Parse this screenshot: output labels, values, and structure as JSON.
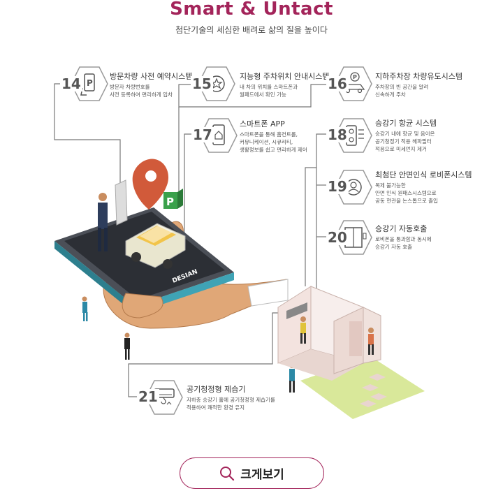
{
  "header": {
    "title": "Smart & Untact",
    "subtitle": "첨단기술의 세심한 배려로 삶의 질을 높이다"
  },
  "features": [
    {
      "num": "14",
      "title": "방문차량 사전 예약시스템",
      "desc": [
        "방문자 차량번호를",
        "사전 등록하여 편리하게 입차"
      ],
      "icon": "parking-phone-icon"
    },
    {
      "num": "15",
      "title": "지능형 주차위치 안내시스템",
      "desc": [
        "내 차의 위치를 스마트폰과",
        "월패드에서 확인 가능"
      ],
      "icon": "star-badge-icon"
    },
    {
      "num": "16",
      "title": "지하주차장 차량유도시스템",
      "desc": [
        "주차장의 빈 공간을 알려",
        "신속하게 주차"
      ],
      "icon": "car-parking-icon"
    },
    {
      "num": "17",
      "title": "스마트폰 APP",
      "desc": [
        "스마트폰을 통해 홈컨트롤,",
        "커뮤니케이션, 시큐리티,",
        "생활정보를 쉽고 편리하게 제어"
      ],
      "icon": "smartphone-home-icon"
    },
    {
      "num": "18",
      "title": "승강기 항균 시스템",
      "desc": [
        "승강기 내에 항균 및 음이온",
        "공기청정기 적용 헤파필터",
        "적용으로 미세먼지 제거"
      ],
      "icon": "air-purifier-icon"
    },
    {
      "num": "19",
      "title": "최첨단 안면인식 로비폰시스템",
      "desc": [
        "복제 불가능한",
        "안면 인식 원패스시스템으로",
        "공동 현관을 논스톱으로 출입"
      ],
      "icon": "face-recognition-icon"
    },
    {
      "num": "20",
      "title": "승강기 자동호출",
      "desc": [
        "로비폰을 통과함과 동시에",
        "승강기 자동 호출"
      ],
      "icon": "elevator-icon"
    },
    {
      "num": "21",
      "title": "공기청정형 제습기",
      "desc": [
        "지하층 승강기 홀에 공기청정형 제습기를",
        "적용하여 쾌적한 환경 유지"
      ],
      "icon": "dehumidifier-icon"
    }
  ],
  "illustration": {
    "phone_brand": "DESIAN",
    "parking_sign": "P"
  },
  "zoom_button": {
    "label": "크게보기",
    "icon": "magnifier-icon"
  },
  "colors": {
    "accent": "#a3245a",
    "line": "#777777",
    "hex_stroke": "#9a9a9a",
    "lawn": "#d9e89a"
  }
}
